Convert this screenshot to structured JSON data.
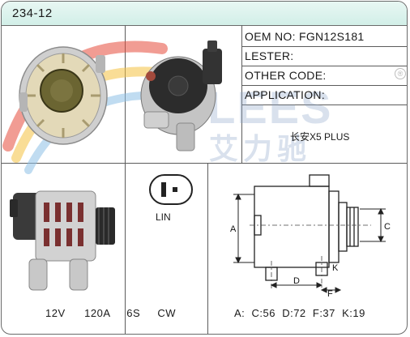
{
  "header": {
    "title": "234-12"
  },
  "info": {
    "oem_label": "OEM NO:",
    "oem_value": "FGN12S181",
    "lester_label": "LESTER:",
    "other_code_label": "OTHER CODE:",
    "application_label": "APPLICATION:",
    "application_value": "长安X5 PLUS"
  },
  "watermark": {
    "brand": "MILEES",
    "brand_cn": "艾力驰"
  },
  "connector": {
    "label": "LIN"
  },
  "specs": {
    "voltage": "12V",
    "amperage": "120A",
    "pulley": "6S",
    "rotation": "CW"
  },
  "dimensions": {
    "labels": {
      "a": "A",
      "c": "C",
      "d": "D",
      "f": "F",
      "k": "K"
    },
    "summary": "A:  C:56  D:72  F:37  K:19"
  },
  "colors": {
    "header_bg": "#d2efe8",
    "border": "#5c5c5c",
    "watermark_red": "#e74c3c",
    "watermark_yellow": "#f5c242",
    "watermark_blue": "#8ec1e6"
  }
}
